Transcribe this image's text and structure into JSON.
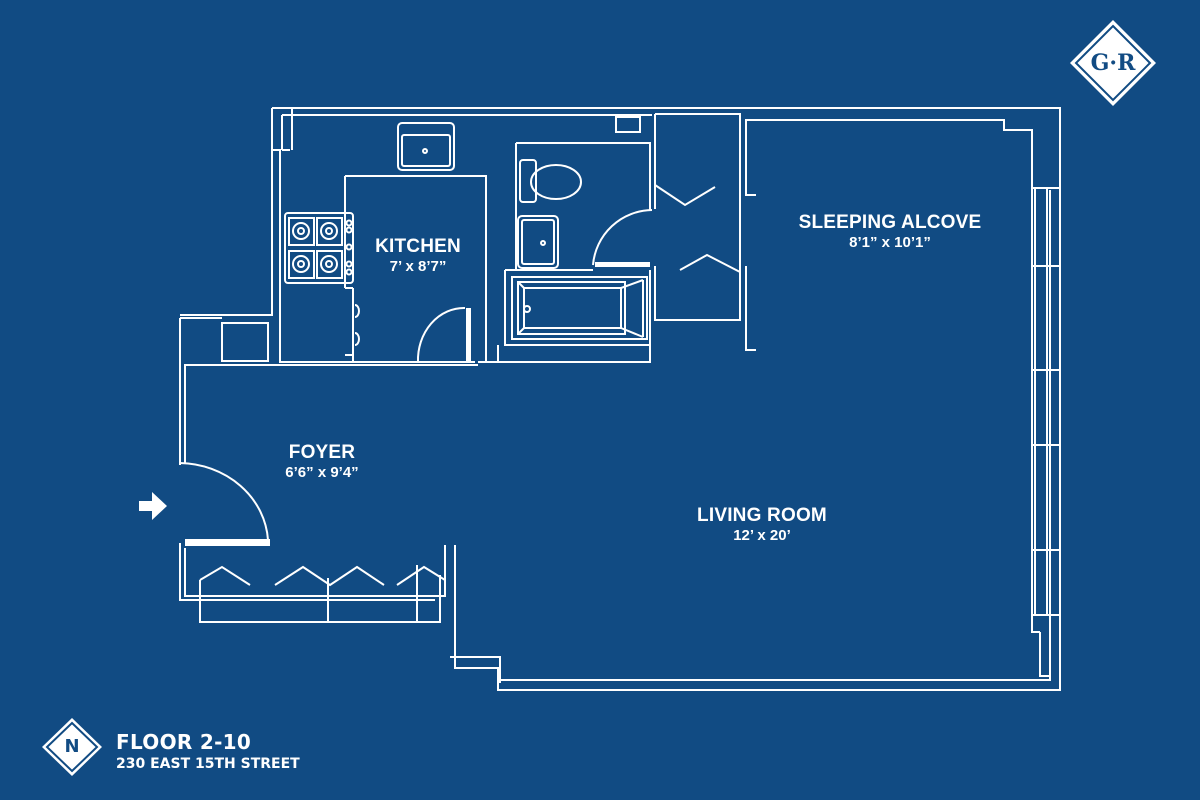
{
  "logo": {
    "text": "G·R"
  },
  "compass": {
    "text": "N"
  },
  "footer": {
    "floor": "FLOOR 2-10",
    "address": "230 EAST 15TH STREET"
  },
  "rooms": [
    {
      "name": "KITCHEN",
      "dimensions": "7’ x 8’7”"
    },
    {
      "name": "SLEEPING ALCOVE",
      "dimensions": "8’1” x 10’1”"
    },
    {
      "name": "FOYER",
      "dimensions": "6’6” x 9’4”"
    },
    {
      "name": "LIVING ROOM",
      "dimensions": "12’ x 20’"
    }
  ],
  "entry": {
    "icon": "entry-arrow-icon"
  },
  "colors": {
    "background": "#114b83",
    "lines": "#ffffff"
  }
}
